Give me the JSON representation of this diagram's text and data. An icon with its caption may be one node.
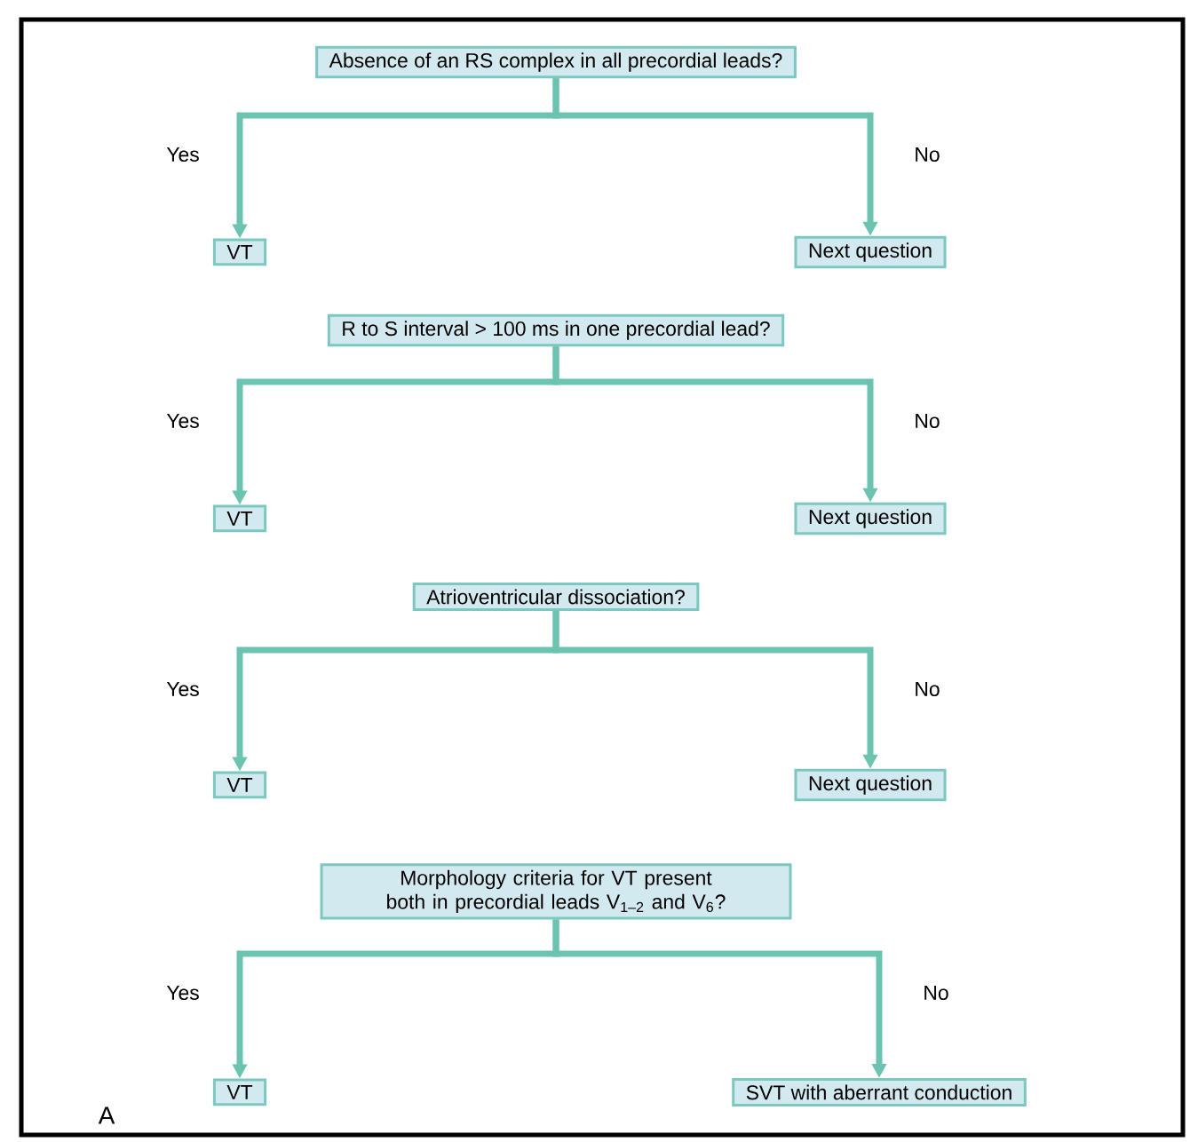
{
  "diagram": {
    "nodes": [
      {
        "text": [
          "Absence of an RS complex in all precordial leads?"
        ]
      },
      {
        "text": [
          "VT"
        ]
      },
      {
        "text": [
          "Next question"
        ]
      },
      {
        "text": [
          "R to S interval > 100 ms in one precordial lead?"
        ]
      },
      {
        "text": [
          "VT"
        ]
      },
      {
        "text": [
          "Next question"
        ]
      },
      {
        "text": [
          "Atrioventricular dissociation?"
        ]
      },
      {
        "text": [
          "VT"
        ]
      },
      {
        "text": [
          "Next question"
        ]
      },
      {
        "text": [
          "Morphology criteria for VT present both in precordial leads V$_{1–2}$ and V$_{6}$?"
        ]
      },
      {
        "text": [
          "VT"
        ]
      },
      {
        "text": [
          "SVT with aberrant conduction"
        ]
      }
    ],
    "edges": [
      {
        "from": 0,
        "to": 1,
        "arrow": "to",
        "label": "Yes"
      },
      {
        "from": 0,
        "to": 2,
        "arrow": "to",
        "label": "No"
      },
      {
        "from": 3,
        "to": 4,
        "arrow": "to",
        "label": "Yes"
      },
      {
        "from": 3,
        "to": 5,
        "arrow": "to",
        "label": "No"
      },
      {
        "from": 6,
        "to": 7,
        "arrow": "to",
        "label": "Yes"
      },
      {
        "from": 6,
        "to": 8,
        "arrow": "to",
        "label": "No"
      },
      {
        "from": 9,
        "to": 10,
        "arrow": "to",
        "label": "Yes"
      },
      {
        "from": 9,
        "to": 11,
        "arrow": "to",
        "label": "No"
      }
    ],
    "labels": [
      "A"
    ]
  }
}
